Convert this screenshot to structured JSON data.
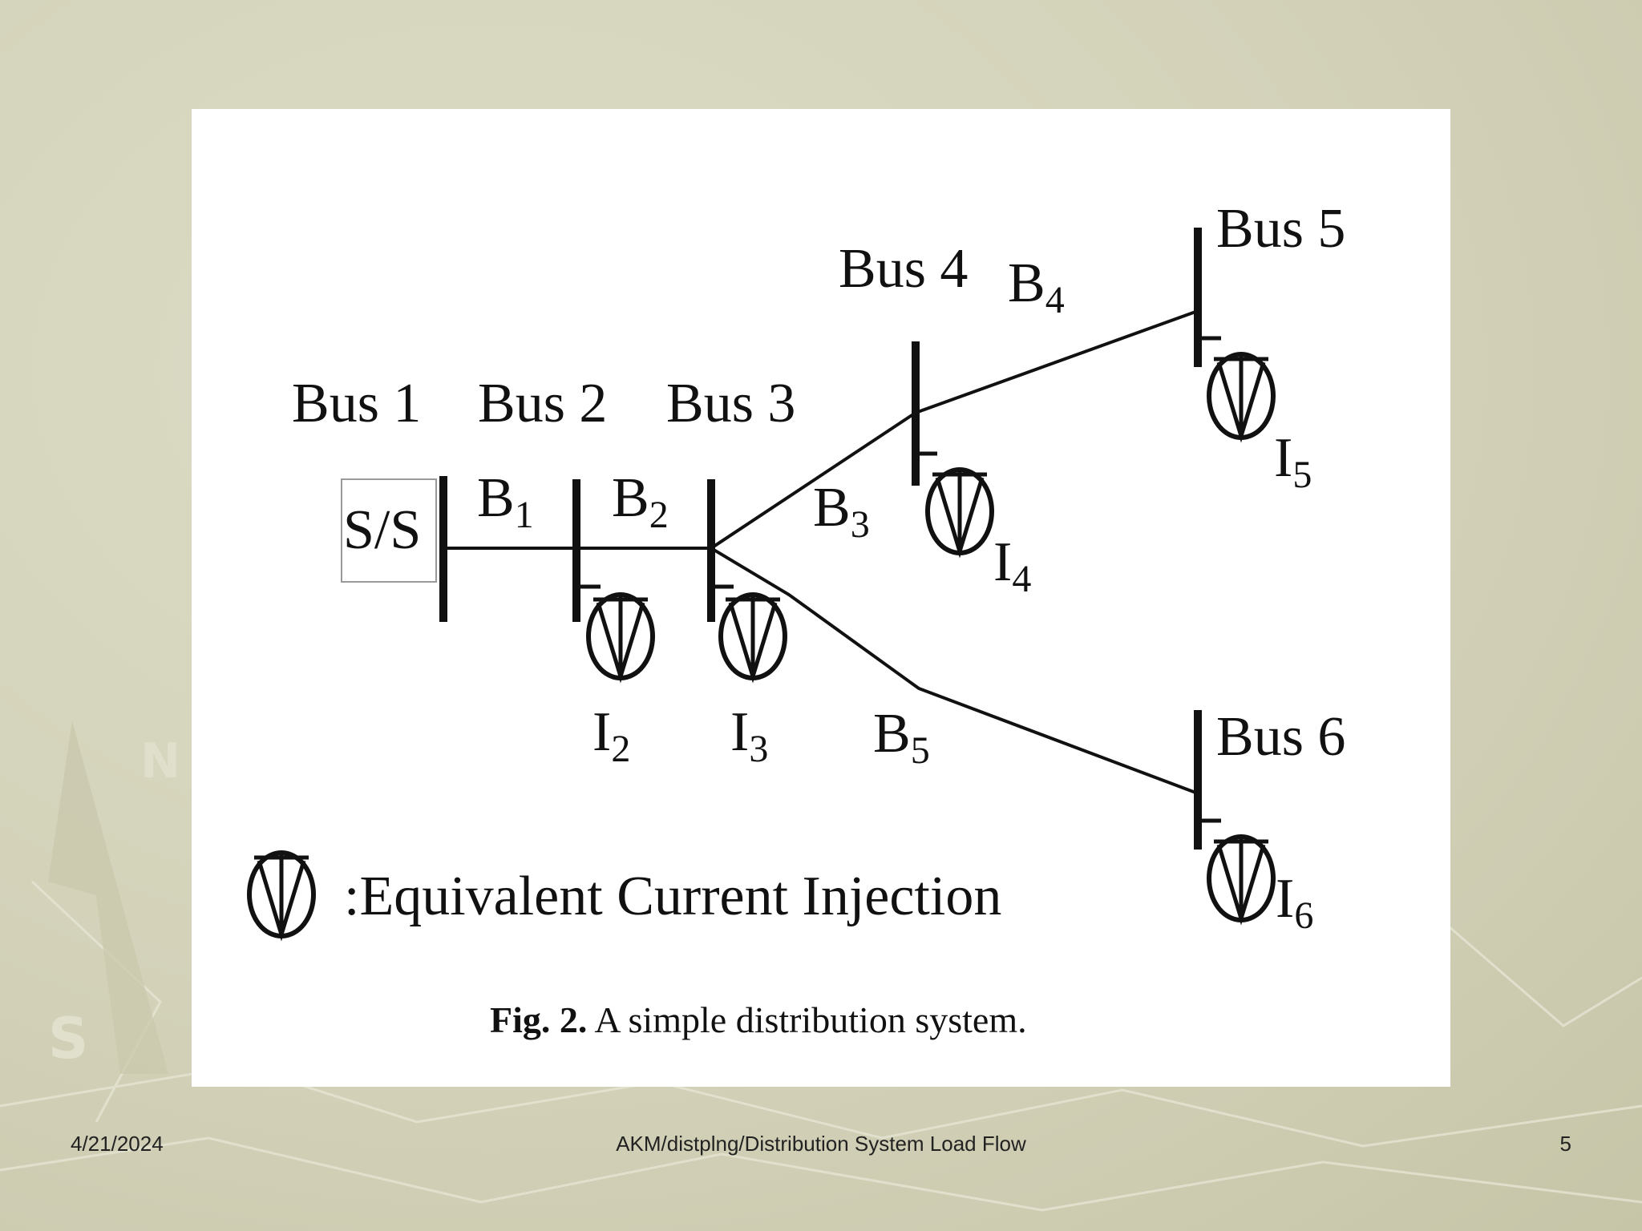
{
  "diagram": {
    "substation_label": "S/S",
    "buses": [
      {
        "id": "bus1",
        "label": "Bus 1"
      },
      {
        "id": "bus2",
        "label": "Bus 2"
      },
      {
        "id": "bus3",
        "label": "Bus 3"
      },
      {
        "id": "bus4",
        "label": "Bus 4"
      },
      {
        "id": "bus5",
        "label": "Bus 5"
      },
      {
        "id": "bus6",
        "label": "Bus 6"
      }
    ],
    "branches": [
      {
        "letter": "B",
        "sub": "1"
      },
      {
        "letter": "B",
        "sub": "2"
      },
      {
        "letter": "B",
        "sub": "3"
      },
      {
        "letter": "B",
        "sub": "4"
      },
      {
        "letter": "B",
        "sub": "5"
      }
    ],
    "injections": [
      {
        "letter": "I",
        "sub": "2"
      },
      {
        "letter": "I",
        "sub": "3"
      },
      {
        "letter": "I",
        "sub": "4"
      },
      {
        "letter": "I",
        "sub": "5"
      },
      {
        "letter": "I",
        "sub": "6"
      }
    ],
    "legend_text": ":Equivalent Current Injection",
    "caption_bold": "Fig. 2.",
    "caption_text": " A simple distribution system."
  },
  "footer": {
    "date": "4/21/2024",
    "title": "AKM/distplng/Distribution System Load Flow",
    "page": "5"
  }
}
